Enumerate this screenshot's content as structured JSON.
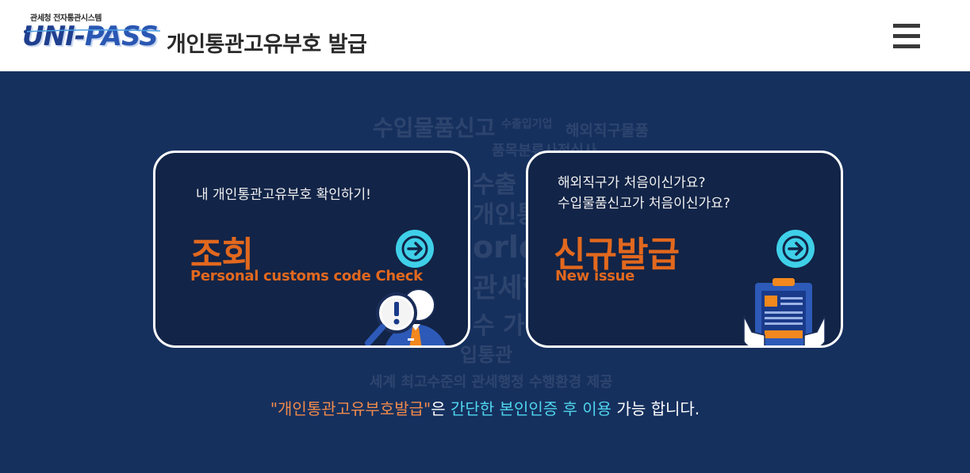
{
  "header": {
    "logo_small_text": "관세청 전자통관시스템",
    "logo_text_uni": "UNI-",
    "logo_text_pass": "PASS",
    "title": "개인통관고유부호  발급"
  },
  "background_words": [
    "수입물품신고",
    "수출입기업",
    "해외직구물품",
    "품목분류사전심사",
    "수출",
    "개인통관",
    "orld",
    "관세행",
    "수 가",
    "입통관",
    "세계 최고수준의 관세행정 수행환경 제공"
  ],
  "cards": {
    "check": {
      "desc": "내 개인통관고유부호 확인하기!",
      "title": "조회",
      "subtitle": "Personal customs code Check"
    },
    "issue": {
      "desc_line1": "해외직구가 처음이신가요?",
      "desc_line2": "수입물품신고가 처음이신가요?",
      "title": "신규발급",
      "subtitle": "New issue"
    }
  },
  "note": {
    "part1": "\"개인통관고유부호발급\"",
    "part2": "은 ",
    "part3": "간단한 본인인증 후 이용",
    "part4": " 가능 합니다."
  },
  "colors": {
    "background": "#16305e",
    "card": "#122447",
    "accent_orange": "#e2681e",
    "accent_cyan": "#3fd0e9",
    "white": "#ffffff"
  }
}
